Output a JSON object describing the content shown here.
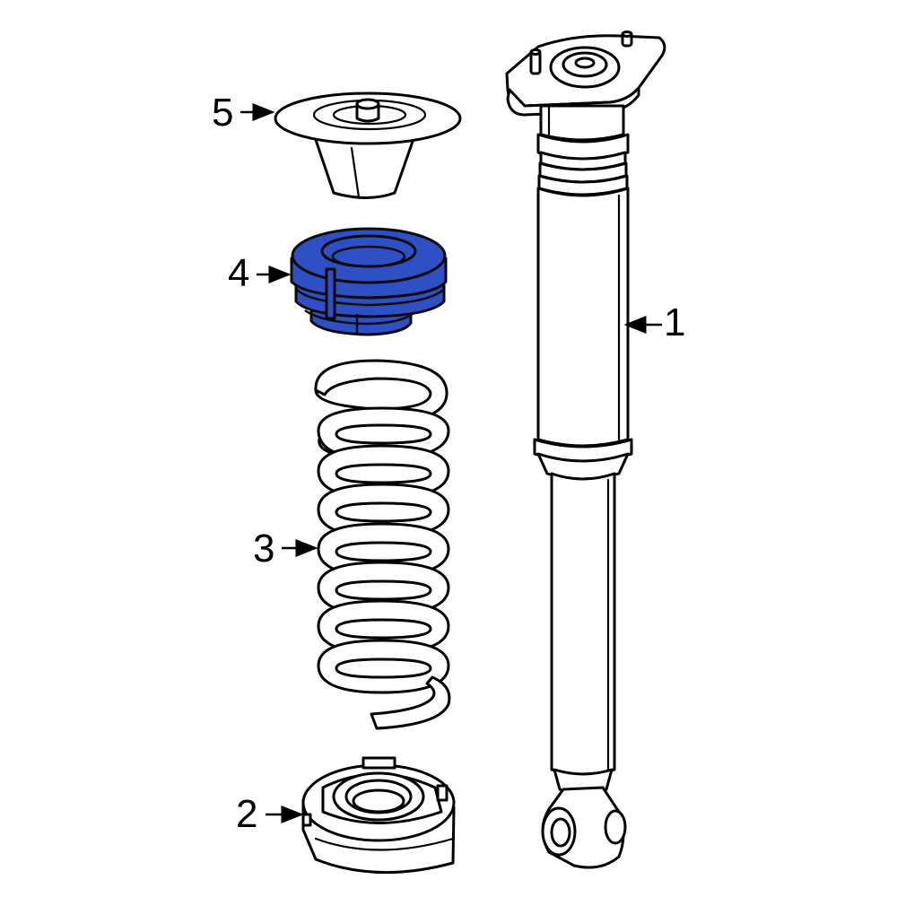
{
  "callouts": {
    "part1": "1",
    "part2": "2",
    "part3": "3",
    "part4": "4",
    "part5": "5"
  },
  "highlight_color": "#2f4fc4",
  "highlighted_part": "4"
}
